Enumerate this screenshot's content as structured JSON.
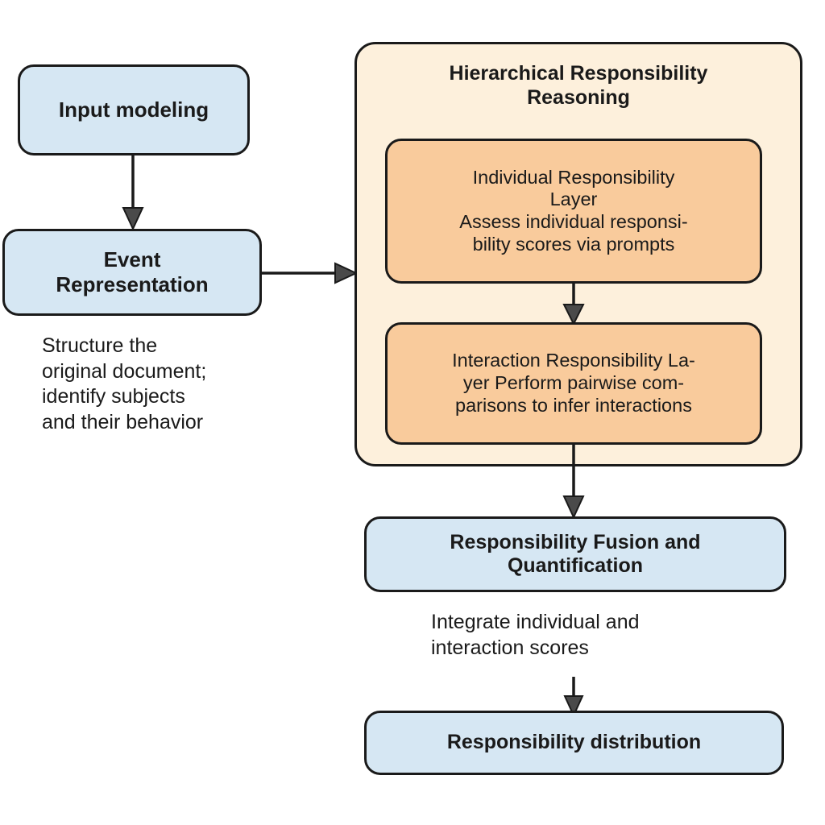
{
  "diagram": {
    "type": "flowchart",
    "title": "Hierarchical Responsibility Reasoning pipeline",
    "colors": {
      "blue_node_fill": "#d6e7f3",
      "orange_node_fill": "#f9cb9c",
      "container_fill": "#fdf0dc",
      "stroke": "#1a1a1a",
      "text": "#1a1a1a"
    },
    "nodes": {
      "input_modeling": "Input modeling",
      "event_representation": "Event\nRepresentation",
      "hierarchical_title": "Hierarchical Responsibility\nReasoning",
      "individual_layer": "Individual Responsibility\nLayer\nAssess individual responsi-\nbility scores via prompts",
      "interaction_layer": "Interaction Responsibility La-\nyer Perform pairwise com-\nparisons to infer interactions",
      "fusion": "Responsibility Fusion and\nQuantification",
      "distribution": "Responsibility distribution"
    },
    "captions": {
      "event_caption": "Structure the\noriginal document;\nidentify subjects\nand their behavior",
      "fusion_caption": "Integrate individual and\ninteraction scores"
    },
    "edges": [
      {
        "name": "input-to-event",
        "from": "Input modeling",
        "to": "Event Representation",
        "direction": "down"
      },
      {
        "name": "event-to-hrr",
        "from": "Event Representation",
        "to": "Hierarchical Responsibility Reasoning",
        "direction": "right"
      },
      {
        "name": "individual-to-interaction",
        "from": "Individual Responsibility Layer",
        "to": "Interaction Responsibility Layer",
        "direction": "down"
      },
      {
        "name": "hrr-to-fusion",
        "from": "Hierarchical Responsibility Reasoning",
        "to": "Responsibility Fusion and Quantification",
        "direction": "down"
      },
      {
        "name": "fusion-to-distribution",
        "from": "Responsibility Fusion and Quantification",
        "to": "Responsibility distribution",
        "direction": "down"
      }
    ]
  }
}
